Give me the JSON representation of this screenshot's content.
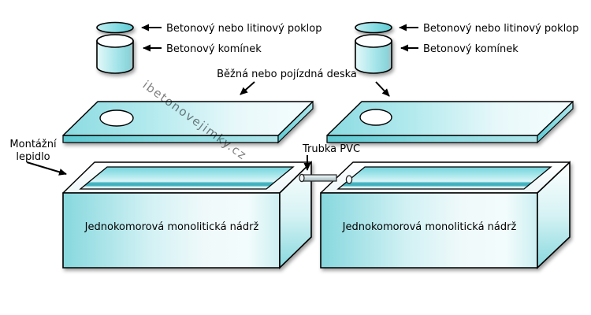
{
  "diagram": {
    "watermark": "ibetonovejimky.cz",
    "callouts": {
      "lid_left": "Betonový nebo litinový poklop",
      "chimney_left": "Betonový komínek",
      "lid_right": "Betonový nebo litinový poklop",
      "chimney_right": "Betonový komínek",
      "slab": "Běžná nebo pojízdná deska",
      "adhesive_line1": "Montážní",
      "adhesive_line2": "lepidlo",
      "pipe": "Trubka PVC"
    },
    "tanks": {
      "left_label": "Jednokomorová monolitická nádrž",
      "right_label": "Jednokomorová monolitická nádrž"
    },
    "colors": {
      "cyan": "#7fd6dd",
      "cyan_dark": "#3aacb8",
      "cyan_light": "#d9f4f6",
      "outline": "#000000",
      "watermark_color": "#9fb0d8",
      "background": "#ffffff"
    }
  }
}
